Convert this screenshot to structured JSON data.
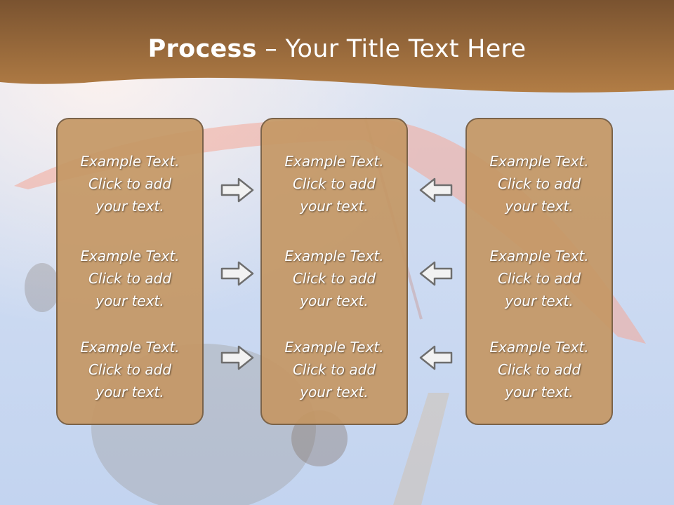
{
  "slide": {
    "title_bold": "Process",
    "title_rest": " – Your Title Text Here"
  },
  "columns": [
    {
      "items": [
        {
          "line1": "Example Text.",
          "line2": "Click  to add",
          "line3": "your text."
        },
        {
          "line1": "Example Text.",
          "line2": "Click  to add",
          "line3": "your text."
        },
        {
          "line1": "Example Text.",
          "line2": "Click  to add",
          "line3": "your text."
        }
      ]
    },
    {
      "items": [
        {
          "line1": "Example Text.",
          "line2": "Click  to add",
          "line3": "your text."
        },
        {
          "line1": "Example Text.",
          "line2": "Click  to add",
          "line3": "your text."
        },
        {
          "line1": "Example Text.",
          "line2": "Click  to add",
          "line3": "your text."
        }
      ]
    },
    {
      "items": [
        {
          "line1": "Example Text.",
          "line2": "Click  to add",
          "line3": "your text."
        },
        {
          "line1": "Example Text.",
          "line2": "Click  to add",
          "line3": "your text."
        },
        {
          "line1": "Example Text.",
          "line2": "Click  to add",
          "line3": "your text."
        }
      ]
    }
  ],
  "arrows": {
    "left_group": [
      "arrow-right-icon",
      "arrow-right-icon",
      "arrow-right-icon"
    ],
    "right_group": [
      "arrow-left-icon",
      "arrow-left-icon",
      "arrow-left-icon"
    ]
  },
  "colors": {
    "header": "#9a6a35",
    "box_fill": "#c49764",
    "box_border": "#7b6349",
    "arrow_fill": "#f2f2f2",
    "arrow_stroke": "#6e6e6e"
  }
}
